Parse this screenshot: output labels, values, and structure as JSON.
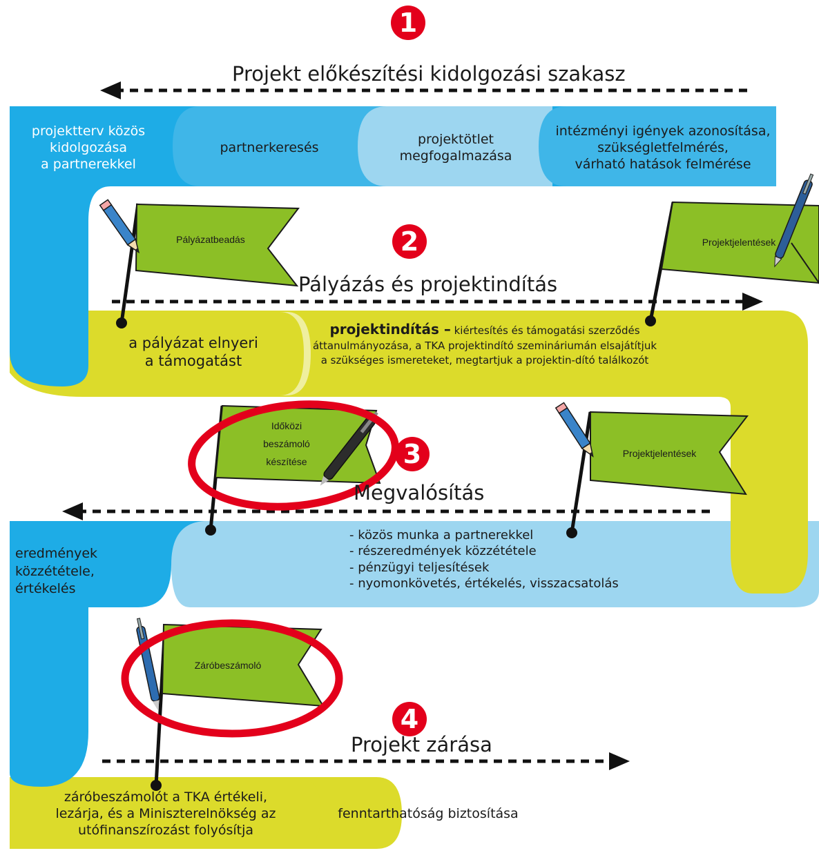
{
  "phases": [
    {
      "number": "1",
      "title": "Projekt előkészítési kidolgozási szakasz"
    },
    {
      "number": "2",
      "title": "Pályázás és projektindítás"
    },
    {
      "number": "3",
      "title": "Megvalósítás"
    },
    {
      "number": "4",
      "title": "Projekt zárása"
    }
  ],
  "row1": {
    "seg1": [
      "projektterv közös",
      "kidolgozása",
      "a partnerekkel"
    ],
    "seg2": "partnerkeresés",
    "seg3": [
      "projektötlet",
      "megfogalmazása"
    ],
    "seg4": [
      "intézményi igények azonosítása,",
      "szükségletfelmérés,",
      "várható hatások felmérése"
    ]
  },
  "row2": {
    "seg1": [
      "a pályázat elnyeri",
      "a támogatást"
    ],
    "seg2_bold": "projektindítás –",
    "seg2_text": " kiértesítés és támogatási szerződés áttanulmányozása, a TKA projektindító szemináriumán elsajátítjuk a szükséges ismereteket, megtartjuk a projektin-dító találkozót"
  },
  "row3": {
    "seg1": [
      "eredmények",
      "közzététele,",
      "értékelés"
    ],
    "items": [
      "- közös munka a partnerekkel",
      "- részeredmények közzététele",
      "- pénzügyi teljesítések",
      "- nyomonkövetés, értékelés, visszacsatolás"
    ]
  },
  "row4": {
    "seg1": [
      "záróbeszámolót a TKA értékeli,",
      "lezárja, és a Miniszterelnökség az",
      "utófinanszírozást folyósítja"
    ],
    "seg2": "fenntarthatóság biztosítása"
  },
  "flags": {
    "f1": "Pályázatbeadás",
    "f2": "Projektjelentések",
    "f3": [
      "Időközi",
      "beszámoló",
      "készítése"
    ],
    "f4": "Projektjelentések",
    "f5": "Záróbeszámoló"
  },
  "colors": {
    "blue_dark": "#1eace6",
    "blue_mid": "#3fb6e8",
    "blue_light": "#9dd6f0",
    "yellow": "#dcdb2b",
    "green_flag": "#8cbf26",
    "highlight_red": "#e3001b"
  }
}
